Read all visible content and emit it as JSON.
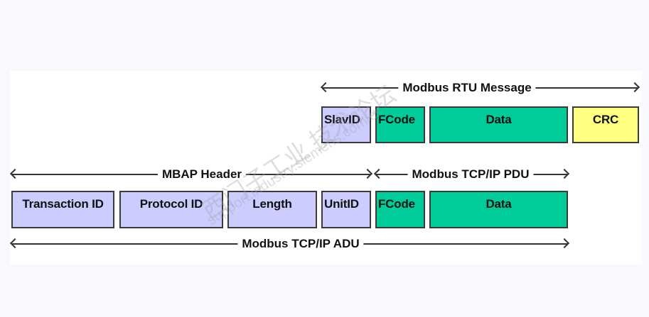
{
  "diagram": {
    "title": "Modbus RTU vs Modbus TCP/IP frame structure",
    "colors": {
      "header_fields": "#ccccff",
      "pdu_fields": "#00cc99",
      "crc_field": "#ffff80",
      "border": "#3a3a3a"
    },
    "rtu": {
      "span_label": "Modbus RTU Message",
      "fields": [
        {
          "label": "SlavID",
          "group": "header"
        },
        {
          "label": "FCode",
          "group": "pdu"
        },
        {
          "label": "Data",
          "group": "pdu"
        },
        {
          "label": "CRC",
          "group": "crc"
        }
      ]
    },
    "tcp": {
      "mbap_label": "MBAP Header",
      "pdu_label": "Modbus TCP/IP PDU",
      "adu_label": "Modbus TCP/IP ADU",
      "fields": [
        {
          "label": "Transaction ID",
          "group": "header"
        },
        {
          "label": "Protocol ID",
          "group": "header"
        },
        {
          "label": "Length",
          "group": "header"
        },
        {
          "label": "UnitID",
          "group": "header"
        },
        {
          "label": "FCode",
          "group": "pdu"
        },
        {
          "label": "Data",
          "group": "pdu"
        }
      ]
    },
    "watermark": {
      "line1": "西门子工业 技术论坛",
      "line2": "support.industry.siemens.com/cs"
    }
  }
}
